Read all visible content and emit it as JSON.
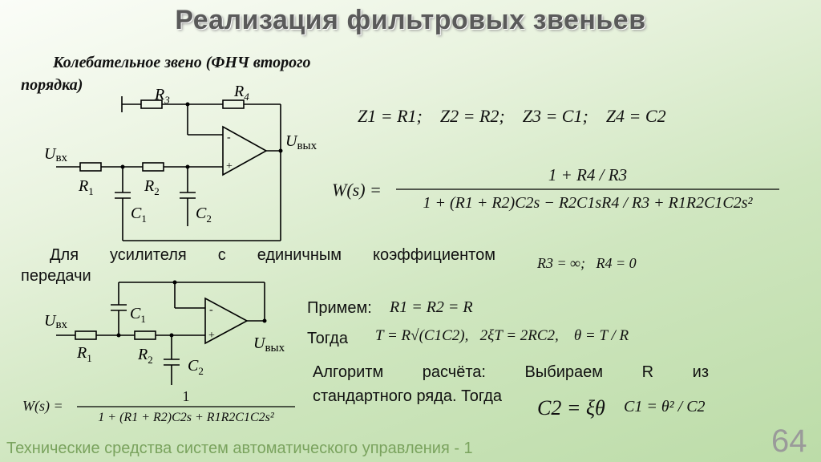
{
  "slide": {
    "title": "Реализация фильтровых звеньев",
    "subtitle_line1": "Колебательное звено (ФНЧ второго",
    "subtitle_line2": "порядка)",
    "unity_text_line1": "Для усилителя с единичным коэффициентом",
    "unity_text_line2": "передачи",
    "assume_label": "Примем:",
    "then_label": "Тогда",
    "algo_line1": "Алгоритм расчёта: Выбираем R из",
    "algo_line2": "стандартного ряда. Тогда",
    "footer": "Технические средства систем автоматического управления - 1",
    "page_number": "64"
  },
  "circuit1": {
    "labels": {
      "r3": "R",
      "r3_sub": "3",
      "r4": "R",
      "r4_sub": "4",
      "uin": "U",
      "uin_sub": "вх",
      "uout": "U",
      "uout_sub": "вых",
      "r1": "R",
      "r1_sub": "1",
      "r2": "R",
      "r2_sub": "2",
      "c1": "C",
      "c1_sub": "1",
      "c2": "C",
      "c2_sub": "2",
      "minus": "-",
      "plus": "+"
    }
  },
  "circuit2": {
    "labels": {
      "c1": "C",
      "c1_sub": "1",
      "uin": "U",
      "uin_sub": "вх",
      "r1": "R",
      "r1_sub": "1",
      "r2": "R",
      "r2_sub": "2",
      "c2": "C",
      "c2_sub": "2",
      "uout": "U",
      "uout_sub": "вых",
      "minus": "-",
      "plus": "+"
    }
  },
  "formulas": {
    "z1": "Z1 = R1;",
    "z2": "Z2 = R2;",
    "z3": "Z3 = C1;",
    "z4": "Z4 = C2",
    "w_lhs": "W(s) =",
    "w1_num": "1 + R4 / R3",
    "w1_den": "1 + (R1 + R2)C2s − R2C1sR4 / R3 + R1R2C1C2s²",
    "cond": "R3 = ∞;   R4 = 0",
    "assume": "R1 = R2 = R",
    "then_T": "T = R√(C1C2),",
    "then_xi": "2ξT = 2RC2,",
    "then_theta": "θ = T / R",
    "w2_num": "1",
    "w2_den": "1 + (R1 + R2)C2s + R1R2C1C2s²",
    "c2_eq": "C2 = ξθ",
    "c1_eq": "C1 = θ² / C2"
  }
}
